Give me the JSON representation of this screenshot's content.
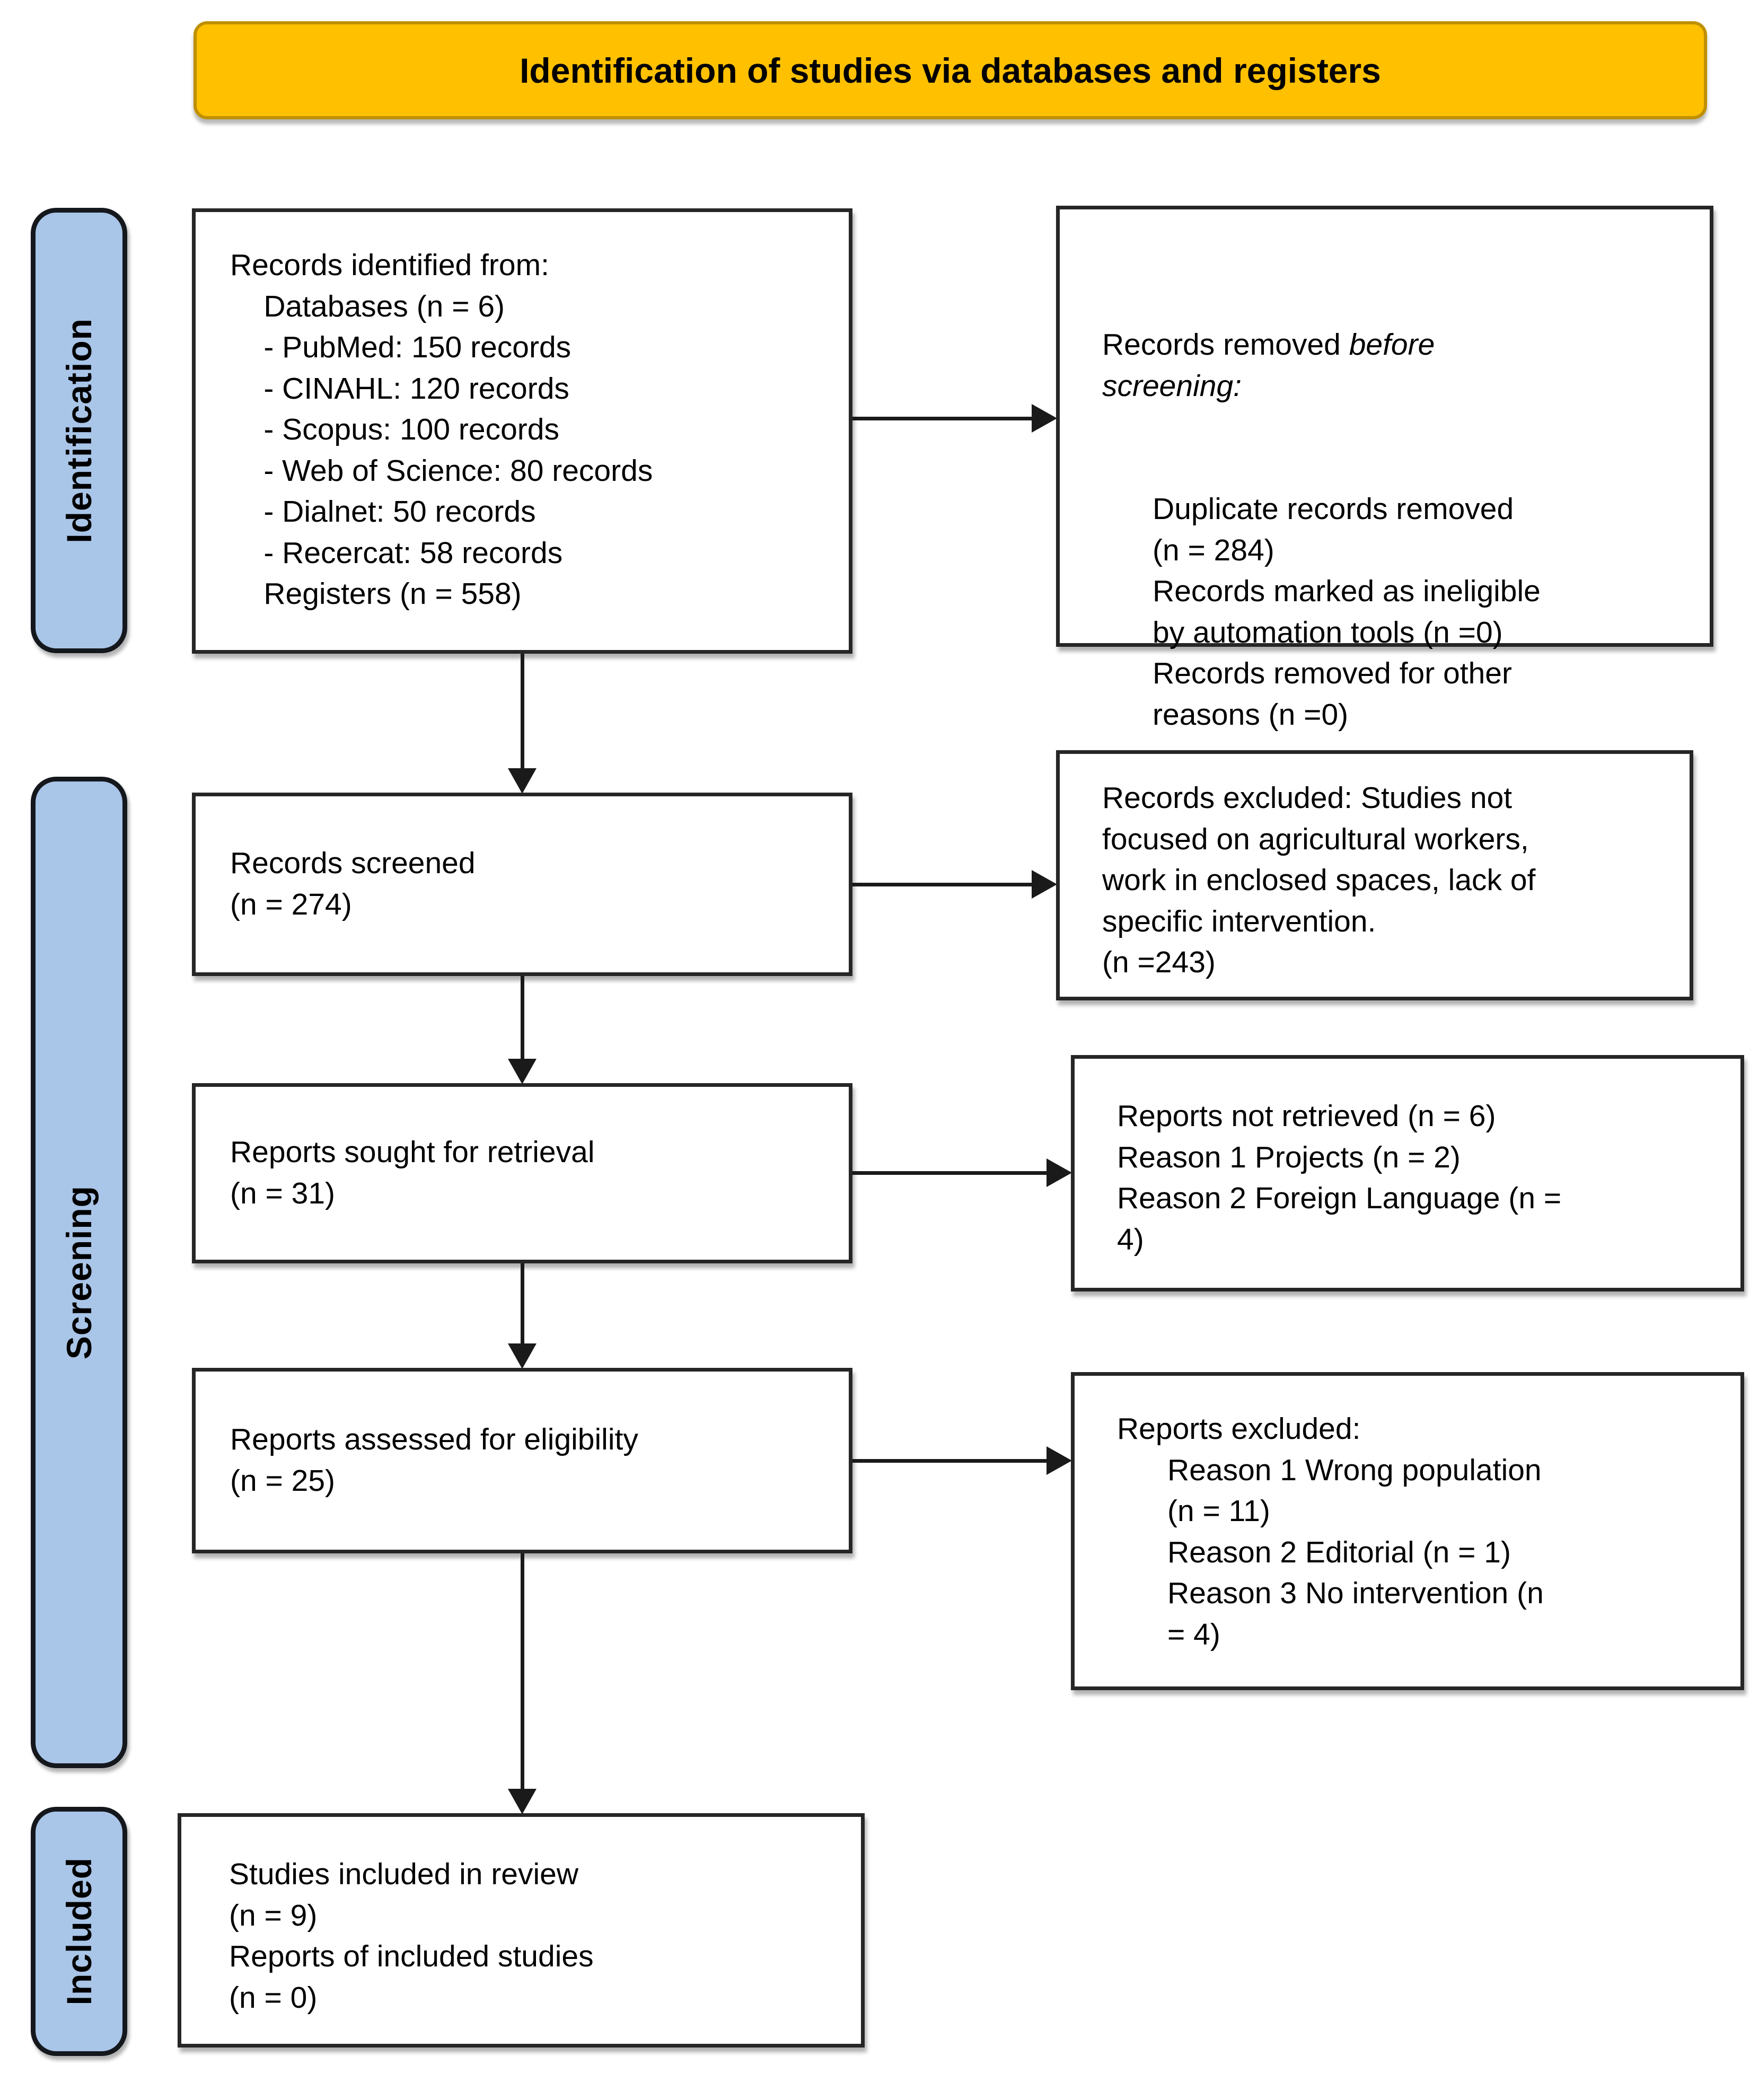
{
  "title": "Identification of studies via databases and registers",
  "colors": {
    "banner_fill": "#FFC000",
    "banner_border": "#BF9000",
    "stage_fill": "#A9C5E8",
    "stage_border": "#14181D",
    "box_border": "#262626",
    "arrow": "#1A1A1A"
  },
  "stages": {
    "identification": "Identification",
    "screening": "Screening",
    "included": "Included"
  },
  "boxes": {
    "identified": {
      "lines": [
        "Records identified from:",
        "    Databases (n = 6)",
        "    - PubMed: 150 records",
        "    - CINAHL: 120 records",
        "    - Scopus: 100 records",
        "    - Web of Science: 80 records",
        "    - Dialnet: 50 records",
        "    - Recercat: 58 records",
        "    Registers (n = 558)"
      ]
    },
    "removed_before": {
      "head_prefix": "Records removed ",
      "head_italic": "before\nscreening:",
      "lines": [
        "      Duplicate records removed",
        "      (n = 284)",
        "      Records marked as ineligible",
        "      by automation tools (n =0)",
        "      Records removed for other",
        "      reasons (n =0)"
      ]
    },
    "screened": {
      "lines": [
        "Records screened",
        "(n = 274)"
      ]
    },
    "records_excluded": {
      "lines": [
        "Records excluded: Studies not",
        "focused on agricultural workers,",
        "work in enclosed spaces, lack of",
        "specific intervention.",
        "(n =243)"
      ]
    },
    "sought": {
      "lines": [
        "Reports sought for retrieval",
        "(n = 31)"
      ]
    },
    "not_retrieved": {
      "lines": [
        "Reports not retrieved (n = 6)",
        "Reason 1 Projects (n = 2)",
        "Reason 2 Foreign Language (n =",
        "4)"
      ]
    },
    "assessed": {
      "lines": [
        "Reports assessed for eligibility",
        "(n = 25)"
      ]
    },
    "reports_excluded": {
      "lines": [
        "Reports excluded:",
        "      Reason 1 Wrong population",
        "      (n = 11)",
        "      Reason 2 Editorial (n = 1)",
        "      Reason 3 No intervention (n",
        "      = 4)"
      ]
    },
    "included_box": {
      "lines": [
        "Studies included in review",
        "(n = 9)",
        "Reports of included studies",
        "(n = 0)"
      ]
    }
  }
}
